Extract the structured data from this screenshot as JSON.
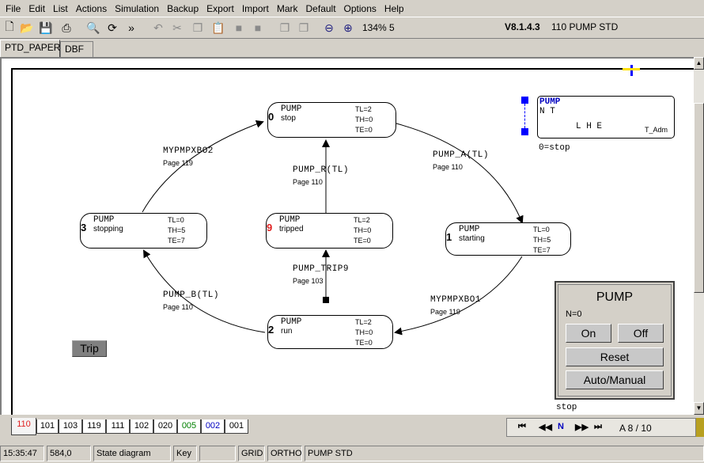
{
  "menu": [
    "File",
    "Edit",
    "List",
    "Actions",
    "Simulation",
    "Backup",
    "Export",
    "Import",
    "Mark",
    "Default",
    "Options",
    "Help"
  ],
  "toolbar": {
    "zoom": "134% 5",
    "version": "V8.1.4.3",
    "title": "110 PUMP STD"
  },
  "tabs": [
    "PTD_PAPER",
    "DBF"
  ],
  "states": [
    {
      "num": "0",
      "name": "PUMP",
      "desc": "stop",
      "tl": "TL=2",
      "th": "TH=0",
      "te": "TE=0",
      "red": false
    },
    {
      "num": "1",
      "name": "PUMP",
      "desc": "starting",
      "tl": "TL=0",
      "th": "TH=5",
      "te": "TE=7",
      "red": false
    },
    {
      "num": "2",
      "name": "PUMP",
      "desc": "run",
      "tl": "TL=2",
      "th": "TH=0",
      "te": "TE=0",
      "red": false
    },
    {
      "num": "3",
      "name": "PUMP",
      "desc": "stopping",
      "tl": "TL=0",
      "th": "TH=5",
      "te": "TE=7",
      "red": false
    },
    {
      "num": "9",
      "name": "PUMP",
      "desc": "tripped",
      "tl": "TL=2",
      "th": "TH=0",
      "te": "TE=0",
      "red": true
    }
  ],
  "transitions": [
    {
      "label": "MYPMPXBO2",
      "page": "Page 119"
    },
    {
      "label": "PUMP_A(TL)",
      "page": "Page 110"
    },
    {
      "label": "PUMP_R(TL)",
      "page": "Page 110"
    },
    {
      "label": "PUMP_TRIP9",
      "page": "Page 103"
    },
    {
      "label": "PUMP_B(TL)",
      "page": "Page 110"
    },
    {
      "label": "MYPMPXBO1",
      "page": "Page 119"
    }
  ],
  "legend": {
    "line1": "PUMP",
    "line2": "N   T",
    "line3": "L  H  E",
    "line4": "T_Adm",
    "note": "0=stop"
  },
  "faceplate": {
    "title": "PUMP",
    "n": "N=0",
    "on": "On",
    "off": "Off",
    "reset": "Reset",
    "auto": "Auto/Manual",
    "caption": "stop"
  },
  "trip_button": "Trip",
  "page_tabs": [
    {
      "label": "110",
      "color": "#e02020"
    },
    {
      "label": "101",
      "color": "#000000"
    },
    {
      "label": "103",
      "color": "#000000"
    },
    {
      "label": "119",
      "color": "#000000"
    },
    {
      "label": "111",
      "color": "#000000"
    },
    {
      "label": "102",
      "color": "#000000"
    },
    {
      "label": "020",
      "color": "#000000"
    },
    {
      "label": "005",
      "color": "#008000"
    },
    {
      "label": "002",
      "color": "#0000c0"
    },
    {
      "label": "001",
      "color": "#000000"
    }
  ],
  "nav": {
    "n": "N",
    "page": "A 8 / 10"
  },
  "status": {
    "time": "15:35:47",
    "coords": "584,0",
    "mode": "State diagram",
    "key": "Key",
    "empty": "",
    "grid": "GRID",
    "ortho": "ORTHO",
    "name": "PUMP STD"
  }
}
